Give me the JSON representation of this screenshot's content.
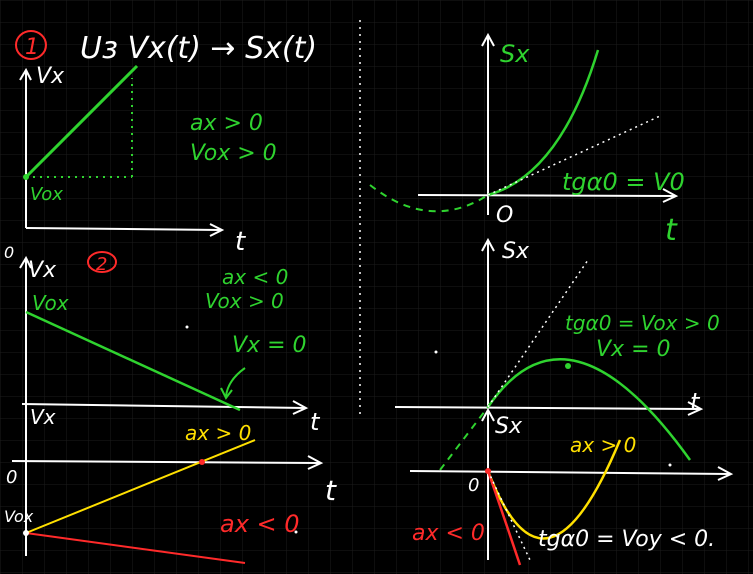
{
  "title": {
    "number": "1",
    "text": "Uз Vx(t) → Sx(t)"
  },
  "section2": {
    "number": "2"
  },
  "labels": {
    "vx": "Vx",
    "vox": "Vox",
    "t": "t",
    "sx": "Sx",
    "zero": "0",
    "zero_origin": "O",
    "ax_pos": "ax > 0",
    "vox_pos": "Vox > 0",
    "ax_neg": "ax < 0",
    "vox_pos2": "Vox > 0",
    "vx_zero": "Vx = 0",
    "tg_a0": "tgα0 = V0",
    "tg_a0_pos": "tgα0 = Vox > 0",
    "vx_zero2": "Vx = 0",
    "ax_pos_yellow": "ax > 0",
    "ax_pos_yellow2": "ax > 0",
    "ax_neg_red": "ax < 0",
    "ax_neg_red2": "ax < 0",
    "tg_a0_neg": "tgα0 = Voy < 0."
  },
  "colors": {
    "background": "#000000",
    "grid": "#1c1c1c",
    "ink": "#ffffff",
    "green": "#2fd32f",
    "yellow": "#ffe000",
    "red": "#ff2a2a"
  }
}
